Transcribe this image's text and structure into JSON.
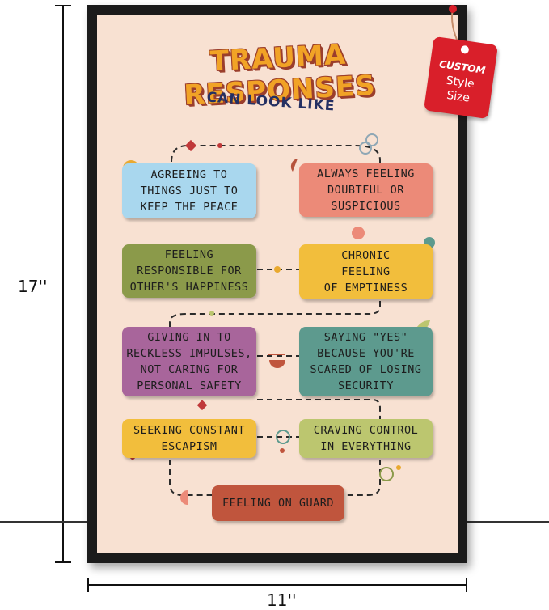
{
  "poster": {
    "title": "TRAUMA RESPONSES",
    "subtitle": "CAN LOOK LIKE",
    "tag": {
      "line1": "CUSTOM",
      "line2": "Style",
      "line3": "Size",
      "color": "#d91f2a"
    },
    "items": [
      {
        "text": "AGREEING TO\nTHINGS JUST TO\nKEEP THE PEACE",
        "color": "#a9d7ee"
      },
      {
        "text": "ALWAYS FEELING\nDOUBTFUL OR\nSUSPICIOUS",
        "color": "#ec8a78"
      },
      {
        "text": "FEELING\nRESPONSIBLE FOR\nOTHER'S HAPPINESS",
        "color": "#8b9a4a"
      },
      {
        "text": "CHRONIC\nFEELING\nOF EMPTINESS",
        "color": "#f2be3c"
      },
      {
        "text": "GIVING IN TO\nRECKLESS IMPULSES,\nNOT CARING FOR\nPERSONAL SAFETY",
        "color": "#a8659b"
      },
      {
        "text": "SAYING \"YES\"\nBECAUSE YOU'RE\nSCARED OF LOSING\nSECURITY",
        "color": "#5d9a8e"
      },
      {
        "text": "SEEKING CONSTANT\nESCAPISM",
        "color": "#f2be3c"
      },
      {
        "text": "CRAVING CONTROL\nIN EVERYTHING",
        "color": "#bcc66f"
      },
      {
        "text": "FEELING ON GUARD",
        "color": "#c0553d"
      }
    ]
  },
  "dimensions": {
    "height": "17''",
    "width": "11''"
  }
}
